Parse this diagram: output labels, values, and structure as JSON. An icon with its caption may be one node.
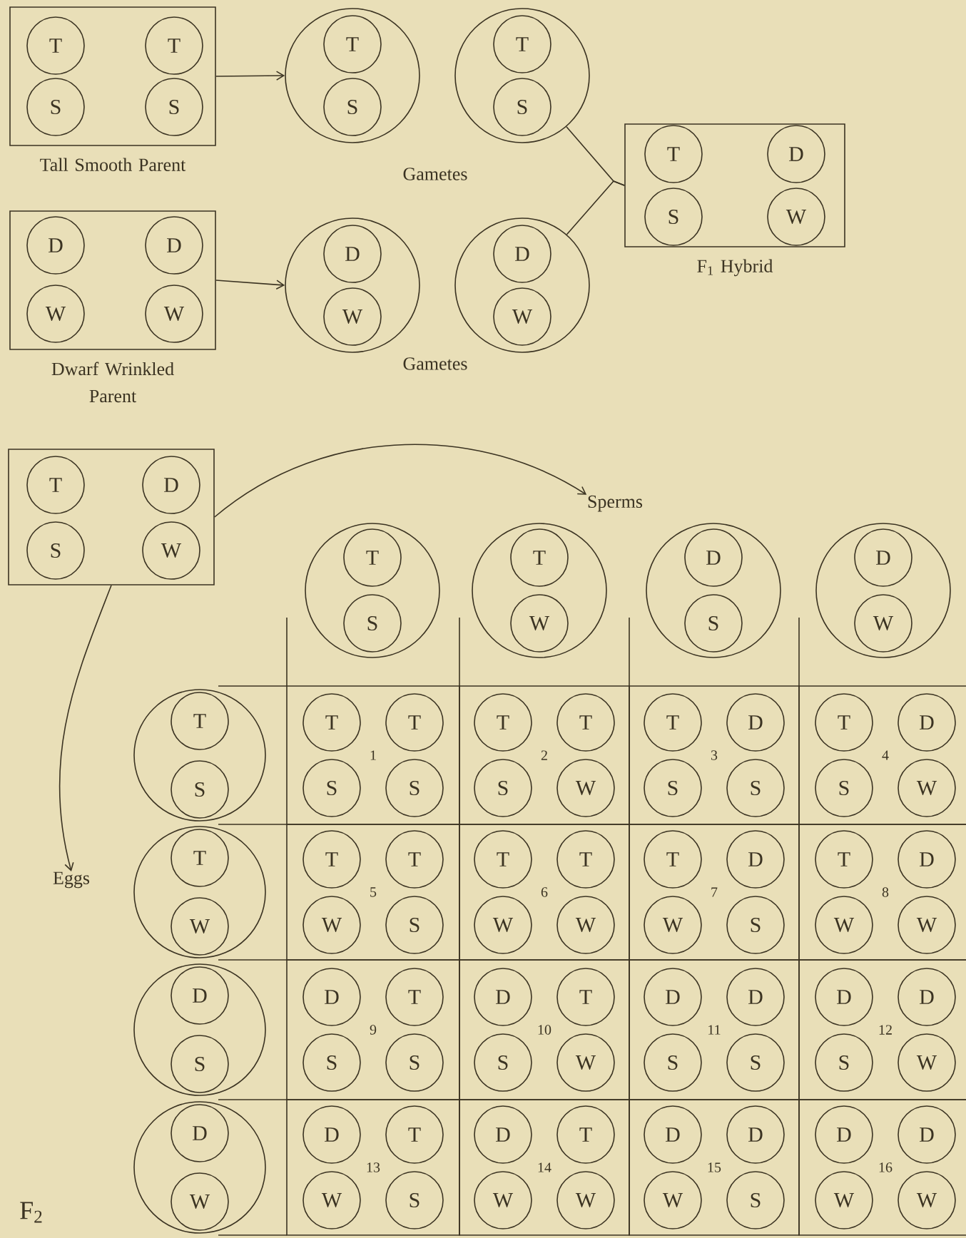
{
  "diagram": {
    "nodes": [
      {
        "text": [],
        "shape": "box",
        "beside": [
          "Tall Smooth Parent"
        ]
      },
      {
        "text": [
          "T"
        ],
        "in": 0
      },
      {
        "text": [
          "T"
        ],
        "in": 0
      },
      {
        "text": [
          "S"
        ],
        "in": 0
      },
      {
        "text": [
          "S"
        ],
        "in": 0
      },
      {
        "text": [],
        "shape": "circle"
      },
      {
        "text": [
          "T"
        ],
        "in": 5
      },
      {
        "text": [
          "S"
        ],
        "in": 5
      },
      {
        "text": [],
        "shape": "circle"
      },
      {
        "text": [
          "T"
        ],
        "in": 8
      },
      {
        "text": [
          "S"
        ],
        "in": 8
      },
      {
        "text": [],
        "shape": "box",
        "beside": [
          "F$_{1}$ Hybrid"
        ]
      },
      {
        "text": [
          "T"
        ],
        "in": 11
      },
      {
        "text": [
          "D"
        ],
        "in": 11
      },
      {
        "text": [
          "S"
        ],
        "in": 11
      },
      {
        "text": [
          "W"
        ],
        "in": 11
      },
      {
        "text": [],
        "shape": "box",
        "beside": [
          "Dwarf Wrinkled Parent"
        ]
      },
      {
        "text": [
          "D"
        ],
        "in": 16
      },
      {
        "text": [
          "D"
        ],
        "in": 16
      },
      {
        "text": [
          "W"
        ],
        "in": 16
      },
      {
        "text": [
          "W"
        ],
        "in": 16
      },
      {
        "text": [],
        "shape": "circle"
      },
      {
        "text": [
          "D"
        ],
        "in": 21
      },
      {
        "text": [
          "W"
        ],
        "in": 21
      },
      {
        "text": [],
        "shape": "circle"
      },
      {
        "text": [
          "D"
        ],
        "in": 24
      },
      {
        "text": [
          "W"
        ],
        "in": 24
      },
      {
        "text": [],
        "shape": "box"
      },
      {
        "text": [
          "T"
        ],
        "in": 27
      },
      {
        "text": [
          "D"
        ],
        "in": 27
      },
      {
        "text": [
          "S"
        ],
        "in": 27
      },
      {
        "text": [
          "W"
        ],
        "in": 27
      },
      {
        "text": [
          "Sperms"
        ]
      },
      {
        "text": [],
        "shape": "circle"
      },
      {
        "text": [
          "T"
        ],
        "in": 33
      },
      {
        "text": [
          "S"
        ],
        "in": 33
      },
      {
        "text": [],
        "shape": "circle"
      },
      {
        "text": [
          "T"
        ],
        "in": 36
      },
      {
        "text": [
          "W"
        ],
        "in": 36
      },
      {
        "text": [],
        "shape": "circle"
      },
      {
        "text": [
          "D"
        ],
        "in": 39
      },
      {
        "text": [
          "S"
        ],
        "in": 39
      },
      {
        "text": [],
        "shape": "circle"
      },
      {
        "text": [
          "D"
        ],
        "in": 42
      },
      {
        "text": [
          "W"
        ],
        "in": 42
      },
      {
        "text": [],
        "shape": "circle"
      },
      {
        "text": [
          "T"
        ],
        "in": 45
      },
      {
        "text": [
          "S"
        ],
        "in": 45
      },
      {
        "text": [
          "1"
        ]
      },
      {
        "text": [
          "T"
        ],
        "in": 48
      },
      {
        "text": [
          "T"
        ],
        "in": 48
      },
      {
        "text": [
          "S"
        ],
        "in": 48
      },
      {
        "text": [
          "S"
        ],
        "in": 48
      },
      {
        "text": [
          "2"
        ]
      },
      {
        "text": [
          "T"
        ],
        "in": 53
      },
      {
        "text": [
          "T"
        ],
        "in": 53
      },
      {
        "text": [
          "S"
        ],
        "in": 53
      },
      {
        "text": [
          "W"
        ],
        "in": 53
      },
      {
        "text": [
          "3"
        ]
      },
      {
        "text": [
          "T"
        ],
        "in": 58
      },
      {
        "text": [
          "D"
        ],
        "in": 58
      },
      {
        "text": [
          "S"
        ],
        "in": 58
      },
      {
        "text": [
          "S"
        ],
        "in": 58
      },
      {
        "text": [
          "4"
        ]
      },
      {
        "text": [
          "T"
        ],
        "in": 63
      },
      {
        "text": [
          "D"
        ],
        "in": 63
      },
      {
        "text": [
          "S"
        ],
        "in": 63
      },
      {
        "text": [
          "W"
        ],
        "in": 63
      },
      {
        "text": [],
        "shape": "circle"
      },
      {
        "text": [
          "T"
        ],
        "in": 68
      },
      {
        "text": [
          "W"
        ],
        "in": 68
      },
      {
        "text": [
          "5"
        ]
      },
      {
        "text": [
          "T"
        ],
        "in": 71
      },
      {
        "text": [
          "T"
        ],
        "in": 71
      },
      {
        "text": [
          "W"
        ],
        "in": 71
      },
      {
        "text": [
          "S"
        ],
        "in": 71
      },
      {
        "text": [
          "6"
        ]
      },
      {
        "text": [
          "T"
        ],
        "in": 76
      },
      {
        "text": [
          "T"
        ],
        "in": 76
      },
      {
        "text": [
          "W"
        ],
        "in": 76
      },
      {
        "text": [
          "W"
        ],
        "in": 76
      },
      {
        "text": [
          "7"
        ]
      },
      {
        "text": [
          "T"
        ],
        "in": 81
      },
      {
        "text": [
          "D"
        ],
        "in": 81
      },
      {
        "text": [
          "W"
        ],
        "in": 81
      },
      {
        "text": [
          "S"
        ],
        "in": 81
      },
      {
        "text": [
          "8"
        ]
      },
      {
        "text": [
          "T"
        ],
        "in": 86
      },
      {
        "text": [
          "D"
        ],
        "in": 86
      },
      {
        "text": [
          "W"
        ],
        "in": 86
      },
      {
        "text": [
          "W"
        ],
        "in": 86
      },
      {
        "text": [],
        "shape": "circle"
      },
      {
        "text": [
          "D"
        ],
        "in": 91
      },
      {
        "text": [
          "S"
        ],
        "in": 91
      },
      {
        "text": [
          "9"
        ]
      },
      {
        "text": [
          "D"
        ],
        "in": 94
      },
      {
        "text": [
          "T"
        ],
        "in": 94
      },
      {
        "text": [
          "S"
        ],
        "in": 94
      },
      {
        "text": [
          "S"
        ],
        "in": 94
      },
      {
        "text": [
          "10"
        ]
      },
      {
        "text": [
          "D"
        ],
        "in": 99
      },
      {
        "text": [
          "T"
        ],
        "in": 99
      },
      {
        "text": [
          "S"
        ],
        "in": 99
      },
      {
        "text": [
          "W"
        ],
        "in": 99
      },
      {
        "text": [
          "11"
        ]
      },
      {
        "text": [
          "D"
        ],
        "in": 104
      },
      {
        "text": [
          "D"
        ],
        "in": 104
      },
      {
        "text": [
          "S"
        ],
        "in": 104
      },
      {
        "text": [
          "S"
        ],
        "in": 104
      },
      {
        "text": [
          "12"
        ]
      },
      {
        "text": [
          "D"
        ],
        "in": 109
      },
      {
        "text": [
          "D"
        ],
        "in": 109
      },
      {
        "text": [
          "S"
        ],
        "in": 109
      },
      {
        "text": [
          "W"
        ],
        "in": 109
      },
      {
        "text": [],
        "shape": "circle"
      },
      {
        "text": [
          "D"
        ],
        "in": 114
      },
      {
        "text": [
          "W"
        ],
        "in": 114
      },
      {
        "text": [
          "13"
        ]
      },
      {
        "text": [
          "D"
        ],
        "in": 117
      },
      {
        "text": [
          "T"
        ],
        "in": 117
      },
      {
        "text": [
          "W"
        ],
        "in": 117
      },
      {
        "text": [
          "S"
        ],
        "in": 117
      },
      {
        "text": [
          "14"
        ]
      },
      {
        "text": [
          "D"
        ],
        "in": 122
      },
      {
        "text": [
          "T"
        ],
        "in": 122
      },
      {
        "text": [
          "W"
        ],
        "in": 122
      },
      {
        "text": [
          "W"
        ],
        "in": 122
      },
      {
        "text": [
          "15"
        ]
      },
      {
        "text": [
          "D"
        ],
        "in": 127
      },
      {
        "text": [
          "D"
        ],
        "in": 127
      },
      {
        "text": [
          "W"
        ],
        "in": 127
      },
      {
        "text": [
          "S"
        ],
        "in": 127
      },
      {
        "text": [
          "16"
        ]
      },
      {
        "text": [
          "D"
        ],
        "in": 132
      },
      {
        "text": [
          "D"
        ],
        "in": 132
      },
      {
        "text": [
          "W"
        ],
        "in": 132
      },
      {
        "text": [
          "W"
        ],
        "in": 132
      },
      {
        "text": [
          "Eggs"
        ]
      }
    ],
    "edges": [
      {
        "from": 0,
        "to": 5,
        "arrow": "to"
      },
      {
        "from": 16,
        "to": 21,
        "arrow": "to"
      },
      {
        "from": 8,
        "to": 11,
        "arrow": "none"
      },
      {
        "from": 24,
        "to": 11,
        "arrow": "none"
      },
      {
        "from": 27,
        "to": 32,
        "arrow": "to"
      },
      {
        "from": 27,
        "to": 137,
        "arrow": "to"
      }
    ],
    "labels": [
      "Gametes",
      "Gametes",
      "F$_{2}$"
    ]
  }
}
